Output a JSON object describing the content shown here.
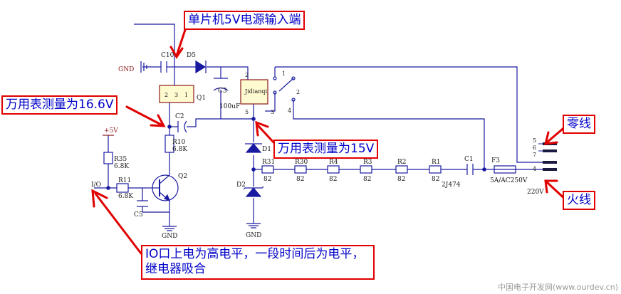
{
  "annotations": {
    "mcu_power": "单片机5V电源输入端",
    "meter_16_6": "万用表测量为16.6V",
    "meter_15": "万用表测量为15V",
    "neutral": "零线",
    "live": "火线",
    "io_note": "IO口上电为高电平，一段时间后为电平，继电器吸合"
  },
  "labels": {
    "gnd_left": "GND",
    "c10": "C10",
    "d5": "D5",
    "c3": "C3",
    "c3_value": "100uF",
    "q1": "Q1",
    "q1_pins": [
      "2",
      "3",
      "1"
    ],
    "relay": "Jidianqi",
    "relay_pins": [
      "2",
      "5",
      "3"
    ],
    "switch_pins": [
      "1",
      "2",
      "4"
    ],
    "c2": "C2",
    "v5": "+5V",
    "r35": "R35",
    "r35_value": "6.8K",
    "r10": "R10",
    "r10_value": "6.8K",
    "r11": "R11",
    "r11_value": "6.8K",
    "io": "I/O",
    "q2": "Q2",
    "c5": "C5",
    "gnd_q2": "GND",
    "d1": "D1",
    "d2": "D2",
    "gnd_d2": "GND",
    "series_resistors": [
      {
        "name": "R31",
        "value": "82"
      },
      {
        "name": "R30",
        "value": "82"
      },
      {
        "name": "R4",
        "value": "82"
      },
      {
        "name": "R3",
        "value": "82"
      },
      {
        "name": "R2",
        "value": "82"
      },
      {
        "name": "R1",
        "value": "82"
      }
    ],
    "c1": "C1",
    "c1_value": "2J474",
    "f3": "F3",
    "f3_value": "5A/AC250V",
    "terminal_pins": [
      "5",
      "6",
      "7",
      "4"
    ],
    "v220": "220V"
  },
  "watermark": "中国电子开发网(www.ourdev.cn)",
  "colors": {
    "wire": "#1a1aa0",
    "annotation_border": "#e00000",
    "annotation_text": "#0000c8",
    "arrow": "#e00000"
  }
}
